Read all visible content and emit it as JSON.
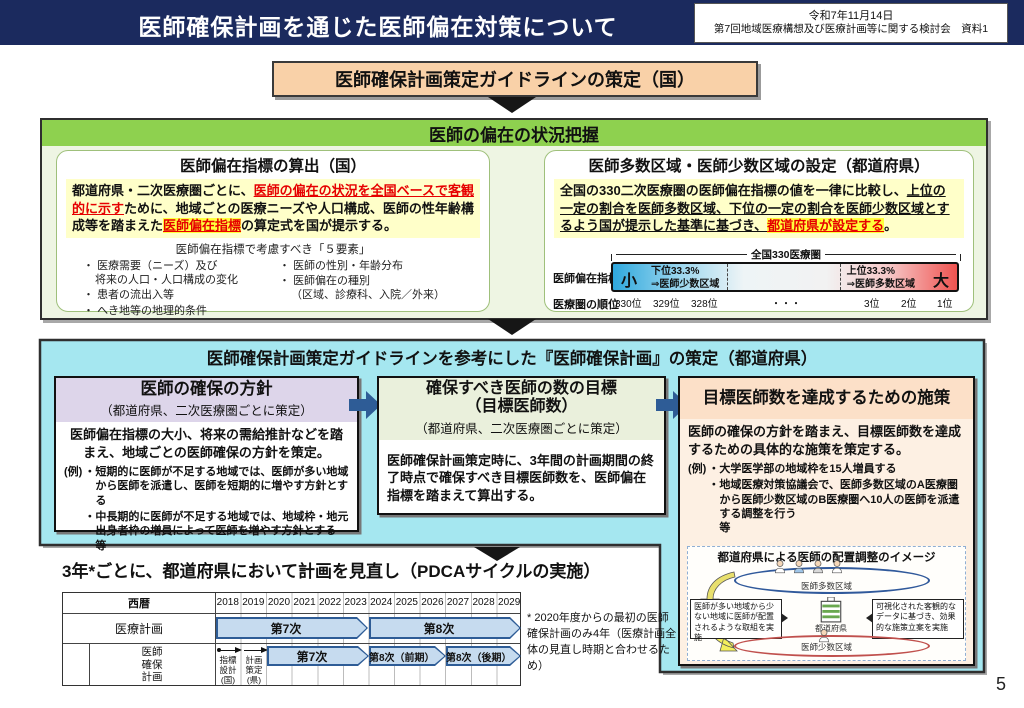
{
  "page_number": "5",
  "header": {
    "title": "医師確保計画を通じた医師偏在対策について",
    "meta": {
      "date": "令和7年11月14日",
      "source": "第7回地域医療構想及び医療計画等に関する検討会　資料1"
    }
  },
  "banner": {
    "label": "医師確保計画策定ガイドラインの策定（国）"
  },
  "status": {
    "title": "医師の偏在の状況把握",
    "left": {
      "title": "医師偏在指標の算出（国）",
      "p1": "都道府県・二次医療圏ごとに、",
      "p1_red": "医師の偏在の状況を全国ベースで客観的に示す",
      "p2": "ために、地域ごとの医療ニーズや人口構成、医師の性年齢構成等を踏まえた",
      "p2_red": "医師偏在指標",
      "p3": "の算定式を国が提示する。",
      "factors_title": "医師偏在指標で考慮すべき「５要素」",
      "factors_left": [
        "医療需要（ニーズ）及び\n将来の人口・人口構成の変化",
        "患者の流出入等",
        "へき地等の地理的条件"
      ],
      "factors_right": [
        "医師の性別・年齢分布",
        "医師偏在の種別\n（区域、診療科、入院／外来）"
      ]
    },
    "right": {
      "title": "医師多数区域・医師少数区域の設定（都道府県）",
      "p1": "全国の330二次医療圏の医師偏在指標の値を一律に比較し、",
      "p1_u": "上位の一定の割合を医師多数区域、下位の一定の割合を医師少数区域とするよう",
      "p1_b": "国が提示した基準に基づき、",
      "p1_red": "都道府県が設定する",
      "p1_end": "。",
      "diagram": {
        "bracket": "全国330医療圏",
        "row1_label": "医師偏在指標",
        "row2_label": "医療圏の順位",
        "small": "小",
        "large": "大",
        "low": "下位33.3%\n⇒医師少数区域",
        "high": "上位33.3%\n⇒医師多数区域",
        "ranks": [
          "330位",
          "329位",
          "328位",
          "・・・",
          "3位",
          "2位",
          "1位"
        ]
      }
    }
  },
  "plan": {
    "title": "医師確保計画策定ガイドラインを参考にした『医師確保計画』の策定（都道府県）",
    "col1": {
      "title": "医師の確保の方針",
      "subtitle": "（都道府県、二次医療圏ごとに策定）",
      "body": "医師偏在指標の大小、将来の需給推計などを踏まえ、地域ごとの医師確保の方針を策定。",
      "example_label": "(例)",
      "examples": [
        "短期的に医師が不足する地域では、医師が多い地域から医師を派遣し、医師を短期的に増やす方針とする",
        "中長期的に医師が不足する地域では、地域枠・地元出身者枠の増員によって医師を増やす方針とする 等"
      ]
    },
    "col2": {
      "title": "確保すべき医師の数の目標\n（目標医師数）",
      "subtitle": "（都道府県、二次医療圏ごとに策定）",
      "body": "医師確保計画策定時に、3年間の計画期間の終了時点で確保すべき目標医師数を、医師偏在指標を踏まえて算出する。"
    },
    "col3": {
      "title": "目標医師数を達成するための施策",
      "body": "医師の確保の方針を踏まえ、目標医師数を達成するための具体的な施策を策定する。",
      "example_label": "(例)",
      "examples": [
        "大学医学部の地域枠を15人増員する",
        "地域医療対策協議会で、医師多数区域のA医療圏から医師少数区域のB医療圏へ10人の医師を派遣する調整を行う\n等"
      ],
      "image": {
        "title": "都道府県による医師の配置調整のイメージ",
        "many_label": "医師多数区域",
        "few_label": "医師少数区域",
        "pref_label": "都道府県",
        "left_bubble": "医師が多い地域から少ない地域に医師が配置されるような取組を実施",
        "right_bubble": "可視化された客観的なデータに基づき、効果的な施策立案を実施"
      }
    }
  },
  "pdca": {
    "title": "3年*ごとに、都道府県において計画を見直し（PDCAサイクルの実施）",
    "note": "* 2020年度からの最初の医師確保計画のみ4年（医療計画全体の見直し時期と合わせるため）",
    "timeline": {
      "year_label": "西暦",
      "years": [
        "2018",
        "2019",
        "2020",
        "2021",
        "2022",
        "2023",
        "2024",
        "2025",
        "2026",
        "2027",
        "2028",
        "2029"
      ],
      "row2_label": "医療計画",
      "row3_label": "医師\n確保\n計画",
      "band_7": "第7次",
      "band_8": "第8次",
      "band3_7": "第7次",
      "band3_8f": "第8次（前期）",
      "band3_8l": "第8次（後期）",
      "step1": "指標\n設計\n(国)",
      "step2": "計画\n策定\n(県)"
    }
  }
}
